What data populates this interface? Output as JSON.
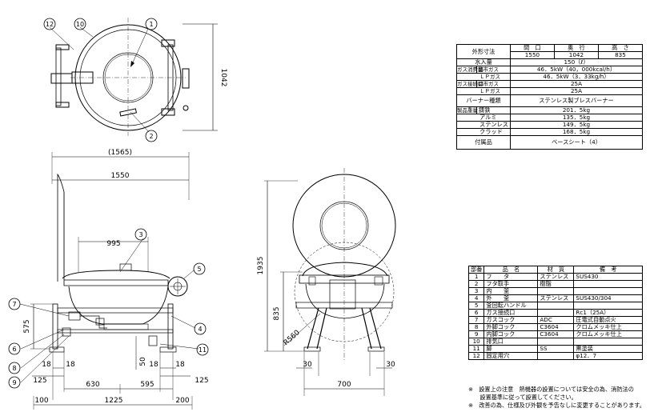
{
  "callouts": [
    "1",
    "2",
    "3",
    "4",
    "5",
    "6",
    "7",
    "8",
    "9",
    "10",
    "11",
    "12"
  ],
  "dims": {
    "depth_1042": "1042",
    "w_1565": "(1565)",
    "w_1550": "1550",
    "d_995": "995",
    "h_575": "575",
    "h_50": "50",
    "d_18": "18",
    "d_125": "125",
    "d_630": "630",
    "d_595": "595",
    "d_100": "100",
    "d_1225": "1225",
    "d_200": "200",
    "h_1935": "1935",
    "h_835": "835",
    "r_560": "R560",
    "d_30": "30",
    "d_700": "700"
  },
  "spec": {
    "outer_dim": "外形寸法",
    "h_width": "間　口",
    "h_depth": "奥　行",
    "h_height": "高　さ",
    "v_width": "1550",
    "v_depth": "1042",
    "v_height": "835",
    "water": "水入量",
    "water_v": "150（ℓ）",
    "gas_use": "ガス消費量",
    "city_gas": "都市ガス",
    "lp_gas": "ＬＰガス",
    "gas_use_city": "46．5kW（40，000kcal/h）",
    "gas_use_lp": "46．5kW（3．33kg/h）",
    "gas_conn": "ガス接続口",
    "gas_conn_city": "25A",
    "gas_conn_lp": "25A",
    "burner": "バーナー種類",
    "burner_v": "ステンレス製ブレスバーナー",
    "weight": "製品重量",
    "w_iron": "鋳鉄",
    "w_alu": "アルミ",
    "w_sus": "ステンレス",
    "w_clad": "クラッド",
    "w_iron_v": "201．5kg",
    "w_alu_v": "135．5kg",
    "w_sus_v": "149．5kg",
    "w_clad_v": "168．5kg",
    "acc": "付属品",
    "acc_v": "ベースシート（4）"
  },
  "parts": {
    "h_no": "部番",
    "h_name": "品　名",
    "h_mat": "材　質",
    "h_note": "備　考",
    "rows": [
      {
        "no": "1",
        "name": "フ　　タ",
        "mat": "ステンレス",
        "note": "SUS430"
      },
      {
        "no": "2",
        "name": "フタ取手",
        "mat": "樹脂",
        "note": ""
      },
      {
        "no": "3",
        "name": "内　　釜",
        "mat": "",
        "note": ""
      },
      {
        "no": "4",
        "name": "外　　釜",
        "mat": "ステンレス",
        "note": "SUS430/304"
      },
      {
        "no": "5",
        "name": "釜回転ハンドル",
        "mat": "",
        "note": ""
      },
      {
        "no": "6",
        "name": "ガス接続口",
        "mat": "",
        "note": "Rc1（25A）"
      },
      {
        "no": "7",
        "name": "ガスコック",
        "mat": "ADC",
        "note": "圧電式自動点火"
      },
      {
        "no": "8",
        "name": "外脚コック",
        "mat": "C3604",
        "note": "クロムメッキ仕上"
      },
      {
        "no": "9",
        "name": "内脚コック",
        "mat": "C3604",
        "note": "クロムメッキ仕上"
      },
      {
        "no": "10",
        "name": "排気口",
        "mat": "",
        "note": ""
      },
      {
        "no": "11",
        "name": "脚",
        "mat": "SS",
        "note": "黒塗装"
      },
      {
        "no": "12",
        "name": "固定用穴",
        "mat": "",
        "note": "φ12．7"
      }
    ]
  },
  "notes": {
    "n1": "※　設置上の注意　熱機器の設置については安全の為、消防法の",
    "n2": "　　設置基準に従って設置してください。",
    "n3": "※　改善の為、仕様及び外観を予告なしに変更することがあります。"
  }
}
